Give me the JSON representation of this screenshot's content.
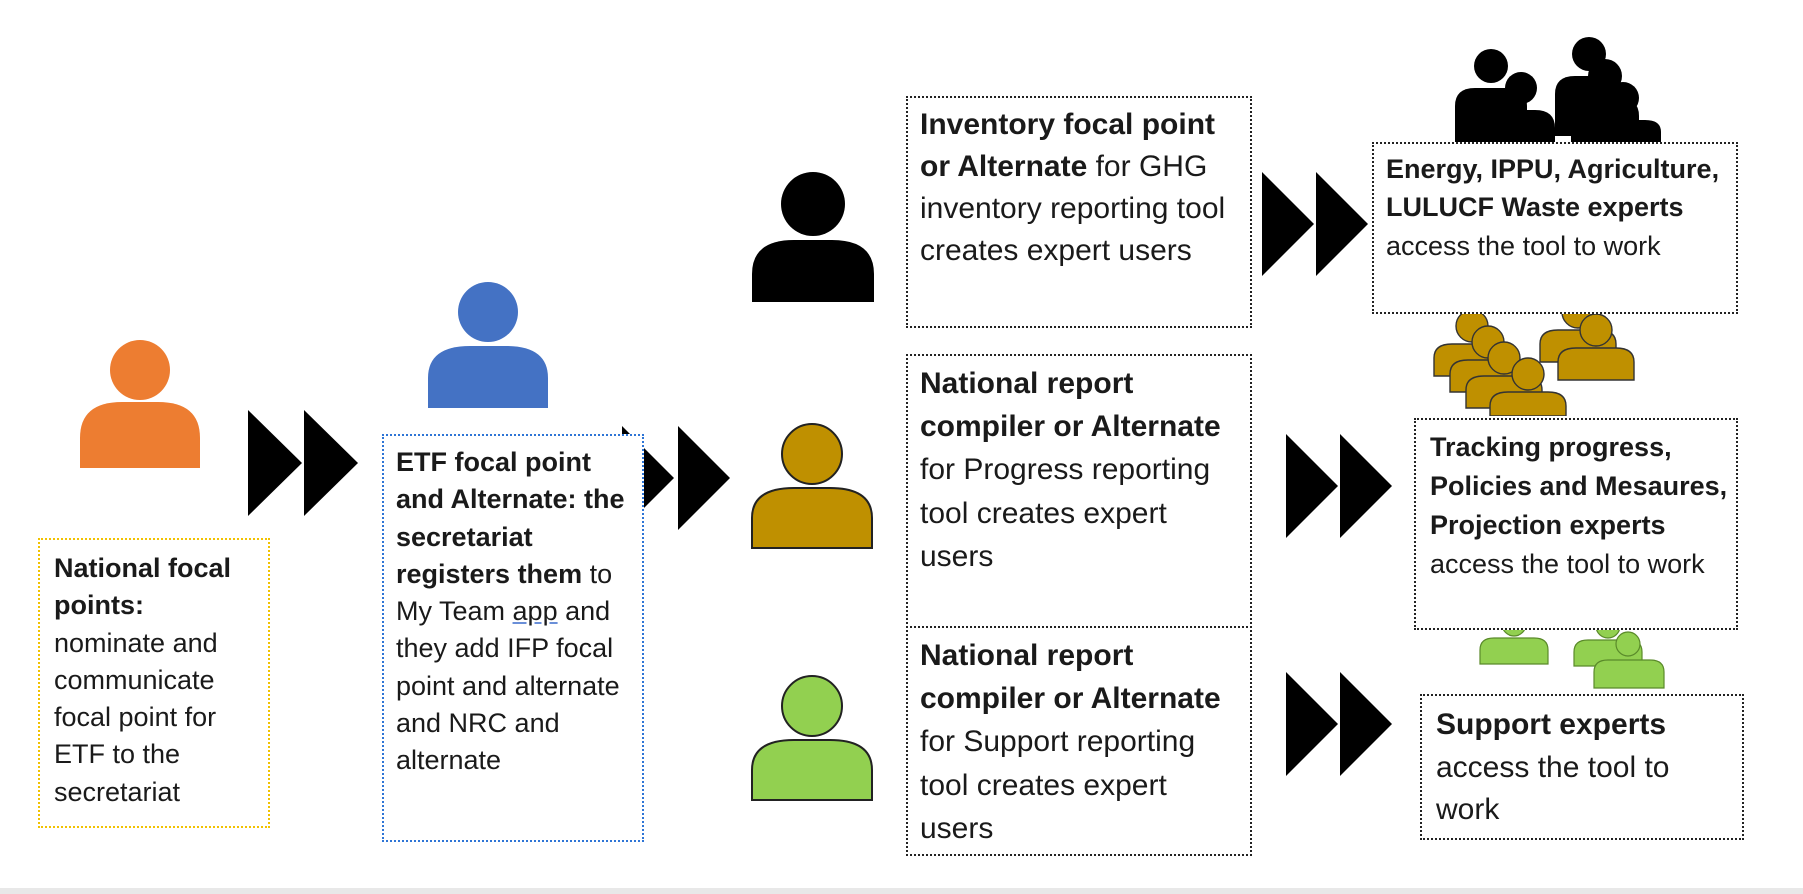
{
  "colors": {
    "orange": "#ED7D31",
    "blue": "#4472C4",
    "gold": "#BF9000",
    "green": "#92D050",
    "black": "#000000"
  },
  "national_focal": {
    "bold": "National focal points:",
    "text": " nominate and communicate focal point for ETF to the secretariat"
  },
  "etf_focal": {
    "bold": "ETF focal point and Alternate: the secretariat registers them",
    "text_a": " to My Team ",
    "app": "app",
    "text_b": " and they add IFP focal point and alternate and NRC and alternate"
  },
  "inventory": {
    "bold": "Inventory focal point or Alternate",
    "text": " for GHG inventory reporting tool creates expert users"
  },
  "progress": {
    "bold": "National report compiler or Alternate",
    "text": " for Progress reporting tool creates expert users"
  },
  "support": {
    "bold": "National report compiler or Alternate",
    "text": " for Support reporting tool creates expert users"
  },
  "energy": {
    "bold": "Energy, IPPU, Agriculture, LULUCF Waste experts",
    "text": " access the tool to work"
  },
  "tracking": {
    "bold": "Tracking progress, Policies and Mesaures, Projection experts",
    "text": " access the tool to work"
  },
  "support_experts": {
    "bold": "Support experts",
    "text": " access the tool to work"
  },
  "icons": {
    "national_person": "person-icon",
    "etf_person": "person-icon",
    "inventory_person": "person-icon",
    "progress_person": "person-icon",
    "support_person": "person-icon",
    "energy_group": "people-group-icon",
    "tracking_group": "people-group-icon",
    "support_group": "people-group-icon",
    "arrows": "double-chevron-right-icon"
  }
}
